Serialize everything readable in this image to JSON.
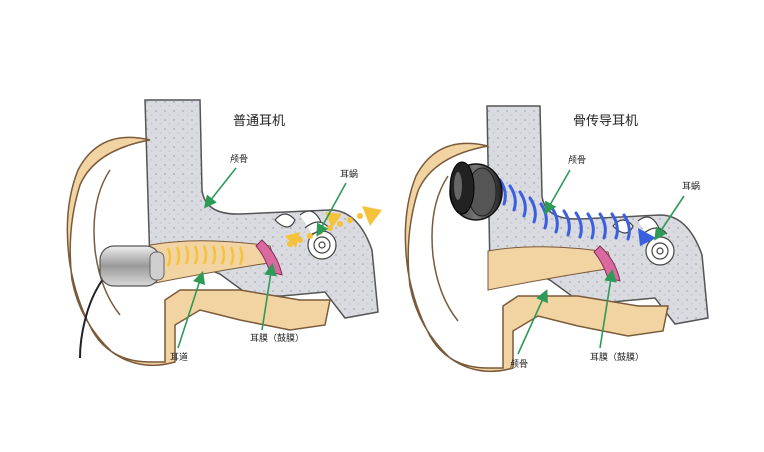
{
  "left_panel": {
    "title": "普通耳机",
    "labels": {
      "skull": "颅骨",
      "cochlea": "耳蜗",
      "ear_canal": "耳道",
      "eardrum": "耳膜（鼓膜）"
    }
  },
  "right_panel": {
    "title": "骨传导耳机",
    "labels": {
      "skull_top": "颅骨",
      "cochlea": "耳蜗",
      "skull_bottom": "颅骨",
      "eardrum": "耳膜（鼓膜）"
    }
  },
  "colors": {
    "skin": "#f2d3a2",
    "skin_outline": "#7a5a3a",
    "bone": "#d9dbe0",
    "bone_dots": "#b9bcc4",
    "sound_yellow": "#f5c23c",
    "sound_blue": "#3a5fe0",
    "arrow_green": "#2e9a58",
    "eardrum": "#d86aa0"
  },
  "icons": [
    "in-ear-earphone-icon",
    "bone-conduction-transducer-icon",
    "cochlea-icon"
  ]
}
